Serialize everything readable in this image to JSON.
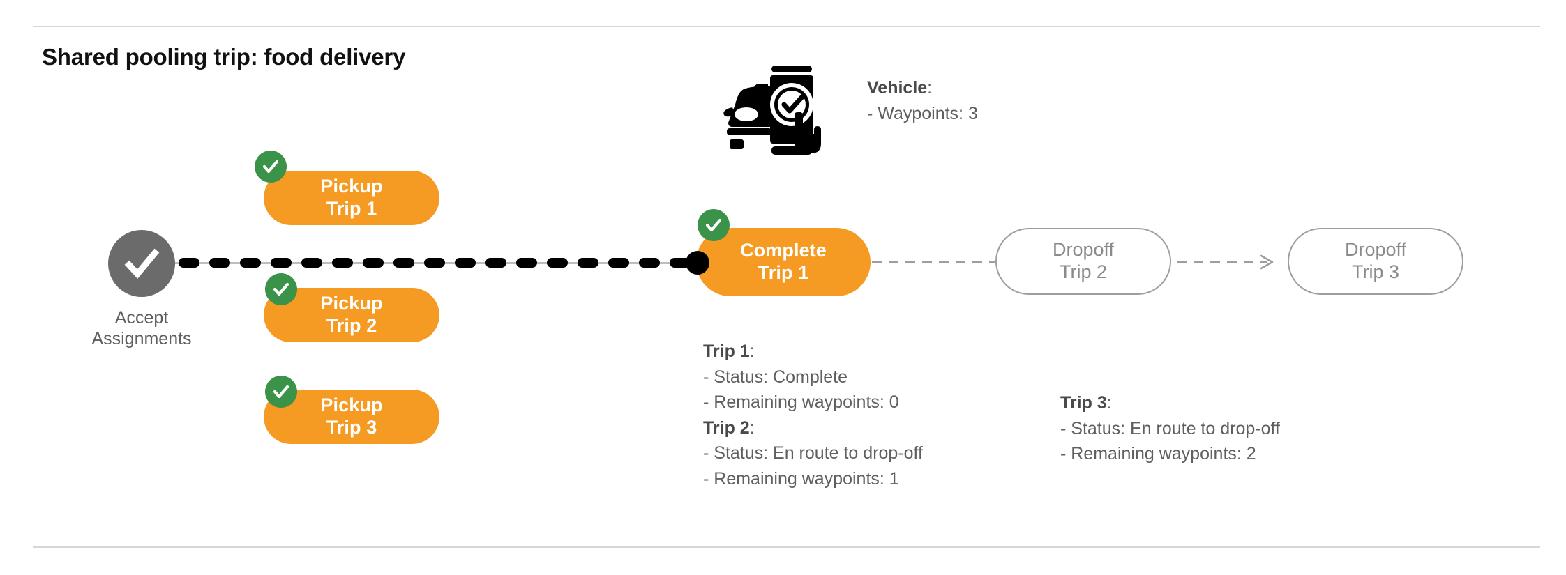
{
  "page": {
    "title": "Shared pooling trip: food delivery",
    "background": "#ffffff",
    "rule_color": "#d6d6d6"
  },
  "colors": {
    "orange": "#F59B23",
    "green": "#3B9249",
    "gray_node": "#6b6b6b",
    "ghost_border": "#9e9e9e",
    "text_gray": "#5f5f5f",
    "black": "#000000"
  },
  "start_node": {
    "icon": "check-circle-icon",
    "label_line1": "Accept",
    "label_line2": "Assignments"
  },
  "vehicle": {
    "icon": "car-phone-check-icon",
    "heading": "Vehicle",
    "heading_suffix": ":",
    "detail": "- Waypoints: 3"
  },
  "pickups": [
    {
      "line1": "Pickup",
      "line2": "Trip 1",
      "badge": "check-badge-icon",
      "completed": true
    },
    {
      "line1": "Pickup",
      "line2": "Trip 2",
      "badge": "check-badge-icon",
      "completed": true
    },
    {
      "line1": "Pickup",
      "line2": "Trip 3",
      "badge": "check-badge-icon",
      "completed": true
    }
  ],
  "complete_node": {
    "line1": "Complete",
    "line2": "Trip 1",
    "badge": "check-badge-icon",
    "completed": true
  },
  "dropoffs": [
    {
      "line1": "Dropoff",
      "line2": "Trip 2",
      "completed": false
    },
    {
      "line1": "Dropoff",
      "line2": "Trip 3",
      "completed": false
    }
  ],
  "trip_info_left": {
    "trip1_heading": "Trip 1",
    "trip1_heading_suffix": ":",
    "trip1_status": "- Status:  Complete",
    "trip1_waypoints": "- Remaining waypoints: 0",
    "trip2_heading": "Trip 2",
    "trip2_heading_suffix": ":",
    "trip2_status": "- Status:  En route to drop-off",
    "trip2_waypoints": "- Remaining waypoints: 1"
  },
  "trip_info_right": {
    "trip3_heading": "Trip 3",
    "trip3_heading_suffix": ":",
    "trip3_status": "- Status:  En route to drop-off",
    "trip3_waypoints": "- Remaining waypoints: 2"
  }
}
